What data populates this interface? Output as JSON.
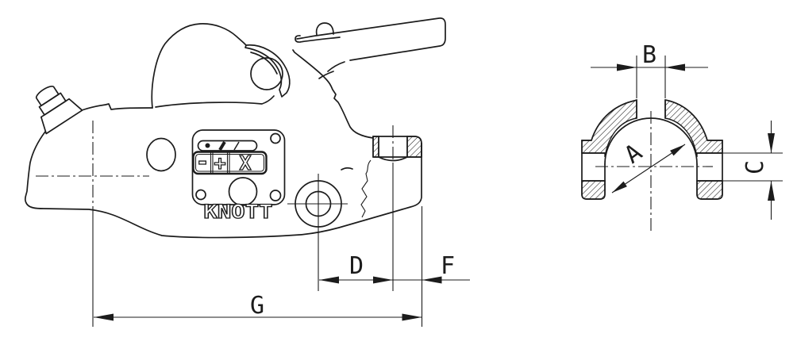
{
  "colors": {
    "background": "#ffffff",
    "line": "#1c1c1c"
  },
  "brand": {
    "name": "KNOTT"
  },
  "plate": {
    "symbols": {
      "minus": "-",
      "plus": "+",
      "x": "X"
    }
  },
  "dimensions": {
    "a": "A",
    "b": "B",
    "c": "C",
    "d": "D",
    "f": "F",
    "g": "G"
  }
}
